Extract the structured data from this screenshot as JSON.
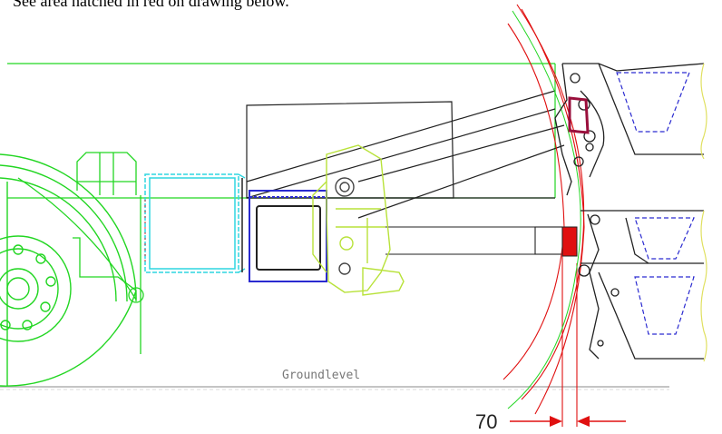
{
  "caption": "See area hatched in red on drawing below.",
  "drawing": {
    "groundlevel_label": "Groundlevel",
    "dimension_value": "70"
  },
  "colors": {
    "green": "#22d622",
    "cyan": "#2fd6e0",
    "yellow_green": "#b8e23a",
    "blue": "#2a2ad0",
    "black": "#222222",
    "red": "#e01010",
    "dark_red": "#9a0f3c",
    "ground": "#bdbdbd"
  }
}
